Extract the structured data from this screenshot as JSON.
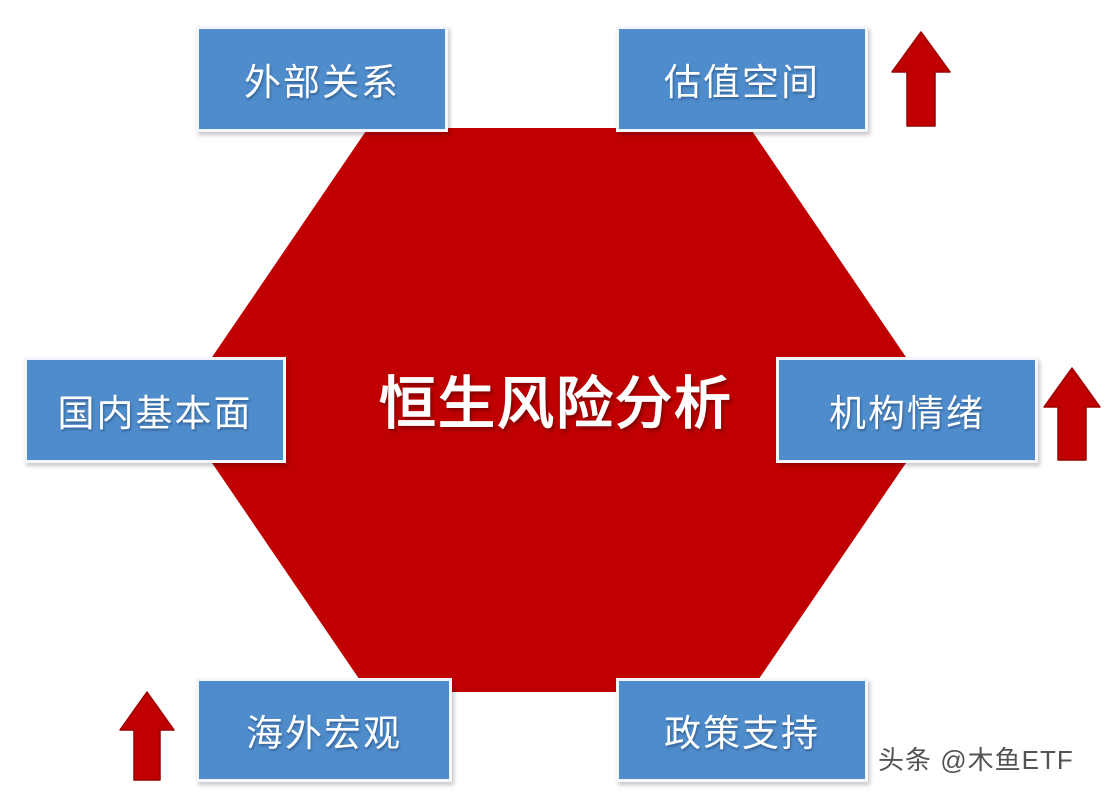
{
  "diagram": {
    "center": {
      "title": "恒生风险分析",
      "shape": "hexagon",
      "fill_color": "#C00000"
    },
    "node_box_color": "#4F8CCB",
    "node_border_color": "#F3F6FA",
    "node_text_color": "#FFFFFF",
    "arrow_color": "#C00000",
    "background_color": "#FFFFFF",
    "nodes": [
      {
        "id": "external-relations",
        "label": "外部关系",
        "position": "top-left"
      },
      {
        "id": "valuation-space",
        "label": "估值空间",
        "position": "top-right"
      },
      {
        "id": "domestic-fundamentals",
        "label": "国内基本面",
        "position": "middle-left"
      },
      {
        "id": "institutional-sentiment",
        "label": "机构情绪",
        "position": "middle-right"
      },
      {
        "id": "overseas-macro",
        "label": "海外宏观",
        "position": "bottom-left"
      },
      {
        "id": "policy-support",
        "label": "政策支持",
        "position": "bottom-right"
      }
    ],
    "arrows": [
      {
        "id": "arrow-valuation-space",
        "direction": "up",
        "position": "top-right"
      },
      {
        "id": "arrow-institutional-sentiment",
        "direction": "up",
        "position": "middle-right"
      },
      {
        "id": "arrow-overseas-macro",
        "direction": "up",
        "position": "bottom-left"
      }
    ]
  },
  "watermark": {
    "text": "头条 @木鱼ETF"
  }
}
